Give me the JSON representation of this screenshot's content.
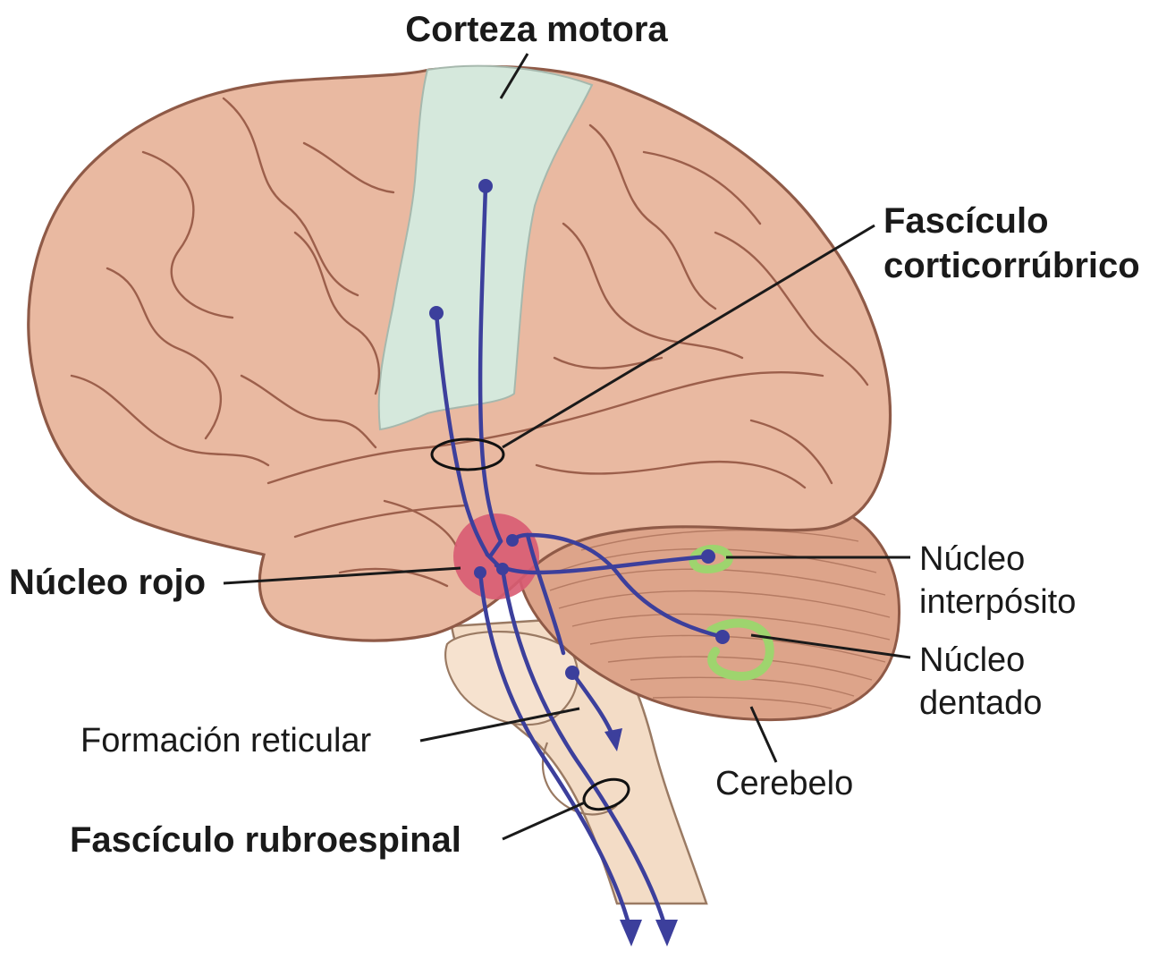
{
  "labels": {
    "corteza_motora": "Corteza motora",
    "fasciculo_line1": "Fascículo",
    "fasciculo_line2": "corticorrúbrico",
    "nucleo_rojo": "Núcleo rojo",
    "nucleo_interposito_line1": "Núcleo",
    "nucleo_interposito_line2": "interpósito",
    "nucleo_dentado_line1": "Núcleo",
    "nucleo_dentado_line2": "dentado",
    "formacion_reticular": "Formación reticular",
    "cerebelo": "Cerebelo",
    "fasciculo_rubroespinal": "Fascículo rubroespinal"
  },
  "colors": {
    "brain": "#e9b9a1",
    "brain_outline": "#8f5a47",
    "motor_cortex": "#d5e8dc",
    "tract": "#3c3f9c",
    "red_nucleus": "#d85b72",
    "cerebellar_nuclei": "#9ed46e",
    "brainstem": "#f3dcc6"
  }
}
